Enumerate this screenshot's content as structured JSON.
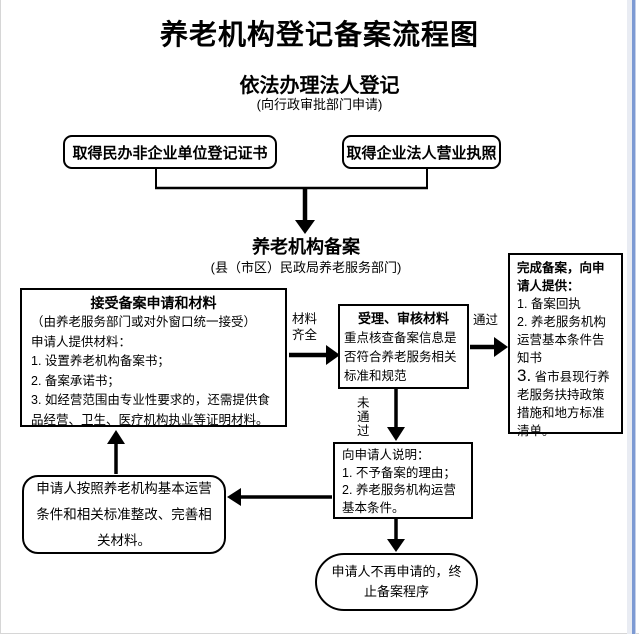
{
  "title": "养老机构登记备案流程图",
  "legal": {
    "heading": "依法办理法人登记",
    "note": "(向行政审批部门申请)"
  },
  "certs": {
    "nonprofit": "取得民办非企业单位登记证书",
    "enterprise": "取得企业法人营业执照"
  },
  "filing": {
    "heading": "养老机构备案",
    "note": "(县（市区）民政局养老服务部门)"
  },
  "accept_box": {
    "title": "接受备案申请和材料",
    "lines": [
      "（由养老服务部门或对外窗口统一接受）",
      "申请人提供材料：",
      "1. 设置养老机构备案书；",
      "2. 备案承诺书；",
      "3. 如经营范围由专业性要求的，还需提供食品经营、卫生、医疗机构执业等证明材料。"
    ]
  },
  "review_box": {
    "title": "受理、审核材料",
    "body": "重点核查备案信息是否符合养老服务相关标准和规范"
  },
  "complete_box": {
    "title": "完成备案，向申请人提供：",
    "item1": "1. 备案回执",
    "item2": "2. 养老服务机构运营基本条件告知书",
    "item3_marker": "3.",
    "item3_text": " 省市县现行养老服务扶持政策措施和地方标准清单。"
  },
  "explain_box": {
    "title": "向申请人说明：",
    "item1": "1. 不予备案的理由；",
    "item2": "2. 养老服务机构运营基本条件。"
  },
  "rectify_box": {
    "text": "申请人按照养老机构基本运营条件和相关标准整改、完善相关材料。"
  },
  "terminate_box": {
    "text": "申请人不再申请的，终止备案程序"
  },
  "edge_labels": {
    "materials_complete": "材料齐全",
    "pass": "通过",
    "fail": "未通过"
  },
  "colors": {
    "ink": "#000000",
    "page_edge_blue": "#7d9ad3"
  }
}
